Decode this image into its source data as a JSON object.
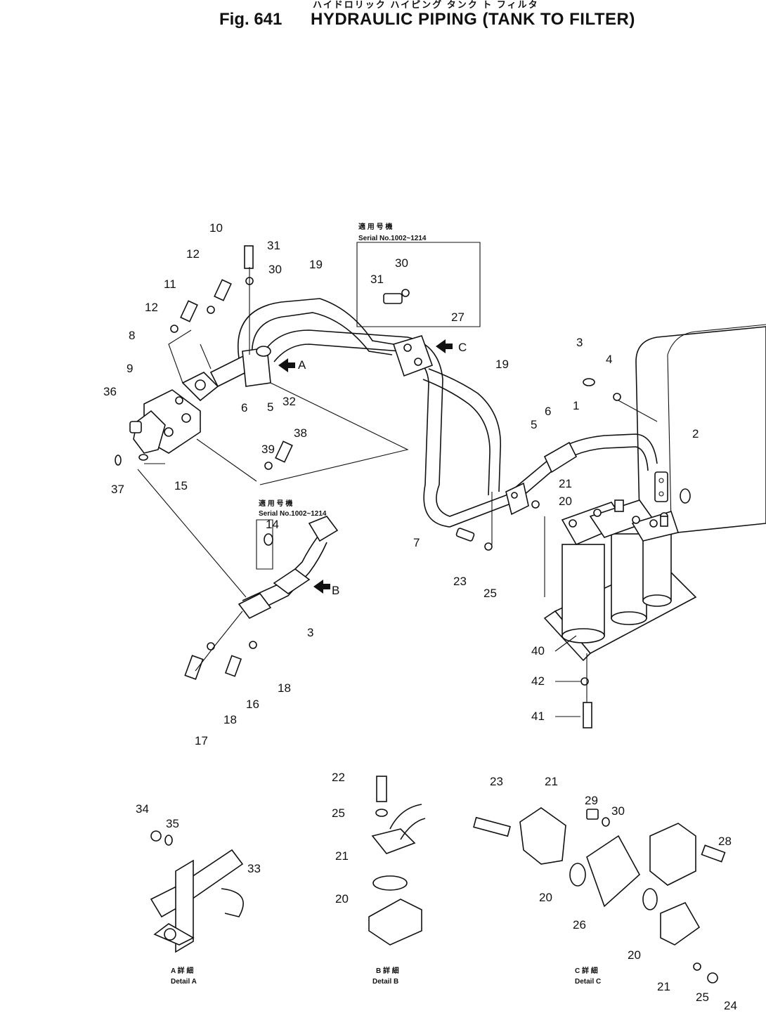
{
  "header": {
    "kana": "ハイドロリック ハイピング タンク ト フィルタ",
    "fig": "Fig. 641",
    "title": "HYDRAULIC PIPING (TANK TO FILTER)"
  },
  "serial_notes": {
    "upper_jp": "適 用 号 機",
    "upper_en": "Serial No.1002~1214",
    "lower_jp": "適 用 号 機",
    "lower_en": "Serial No.1002~1214"
  },
  "details": {
    "a_jp": "A 詳 細",
    "a_en": "Detail A",
    "b_jp": "B 詳 細",
    "b_en": "Detail B",
    "c_jp": "C 詳 細",
    "c_en": "Detail C"
  },
  "arrows": {
    "a": "A",
    "b": "B",
    "c": "C"
  },
  "callouts": {
    "c1": "1",
    "c2": "2",
    "c3": "3",
    "c3b": "3",
    "c4": "4",
    "c5": "5",
    "c5b": "5",
    "c6": "6",
    "c6b": "6",
    "c7": "7",
    "c8": "8",
    "c9": "9",
    "c10": "10",
    "c11": "11",
    "c12a": "12",
    "c12b": "12",
    "c14": "14",
    "c15": "15",
    "c16": "16",
    "c17": "17",
    "c18a": "18",
    "c18b": "18",
    "c19a": "19",
    "c19b": "19",
    "c20": "20",
    "c21": "21",
    "c23": "23",
    "c25": "25",
    "c27": "27",
    "c30a": "30",
    "c30b": "30",
    "c31a": "31",
    "c31b": "31",
    "c32": "32",
    "c36": "36",
    "c37": "37",
    "c38": "38",
    "c39": "39",
    "c40": "40",
    "c41": "41",
    "c42": "42",
    "a33": "33",
    "a34": "34",
    "a35": "35",
    "b20": "20",
    "b21": "21",
    "b22": "22",
    "b25": "25",
    "d20a": "20",
    "d20b": "20",
    "d21a": "21",
    "d21b": "21",
    "d23": "23",
    "d24": "24",
    "d25": "25",
    "d26": "26",
    "d28": "28",
    "d29": "29",
    "d30": "30"
  }
}
